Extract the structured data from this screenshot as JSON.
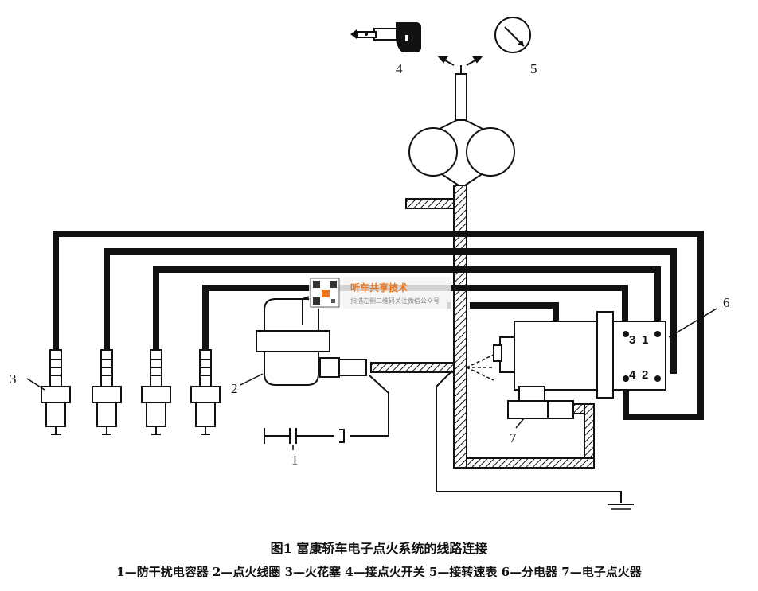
{
  "labels": {
    "n1": "1",
    "n2": "2",
    "n3": "3",
    "n4": "4",
    "n5": "5",
    "n6": "6",
    "n7": "7",
    "pin3": "3",
    "pin1": "1",
    "pin4": "4",
    "pin2": "2"
  },
  "watermark": {
    "title": "听车共享技术",
    "subtitle": "扫描左侧二维码关注微信公众号"
  },
  "caption": {
    "title": "图1  富康轿车电子点火系统的线路连接",
    "legend": "1—防干扰电容器   2—点火线圈   3—火花塞   4—接点火开关   5—接转速表   6—分电器   7—电子点火器"
  },
  "colors": {
    "ink": "#111111",
    "watermark": "#e8741d"
  }
}
